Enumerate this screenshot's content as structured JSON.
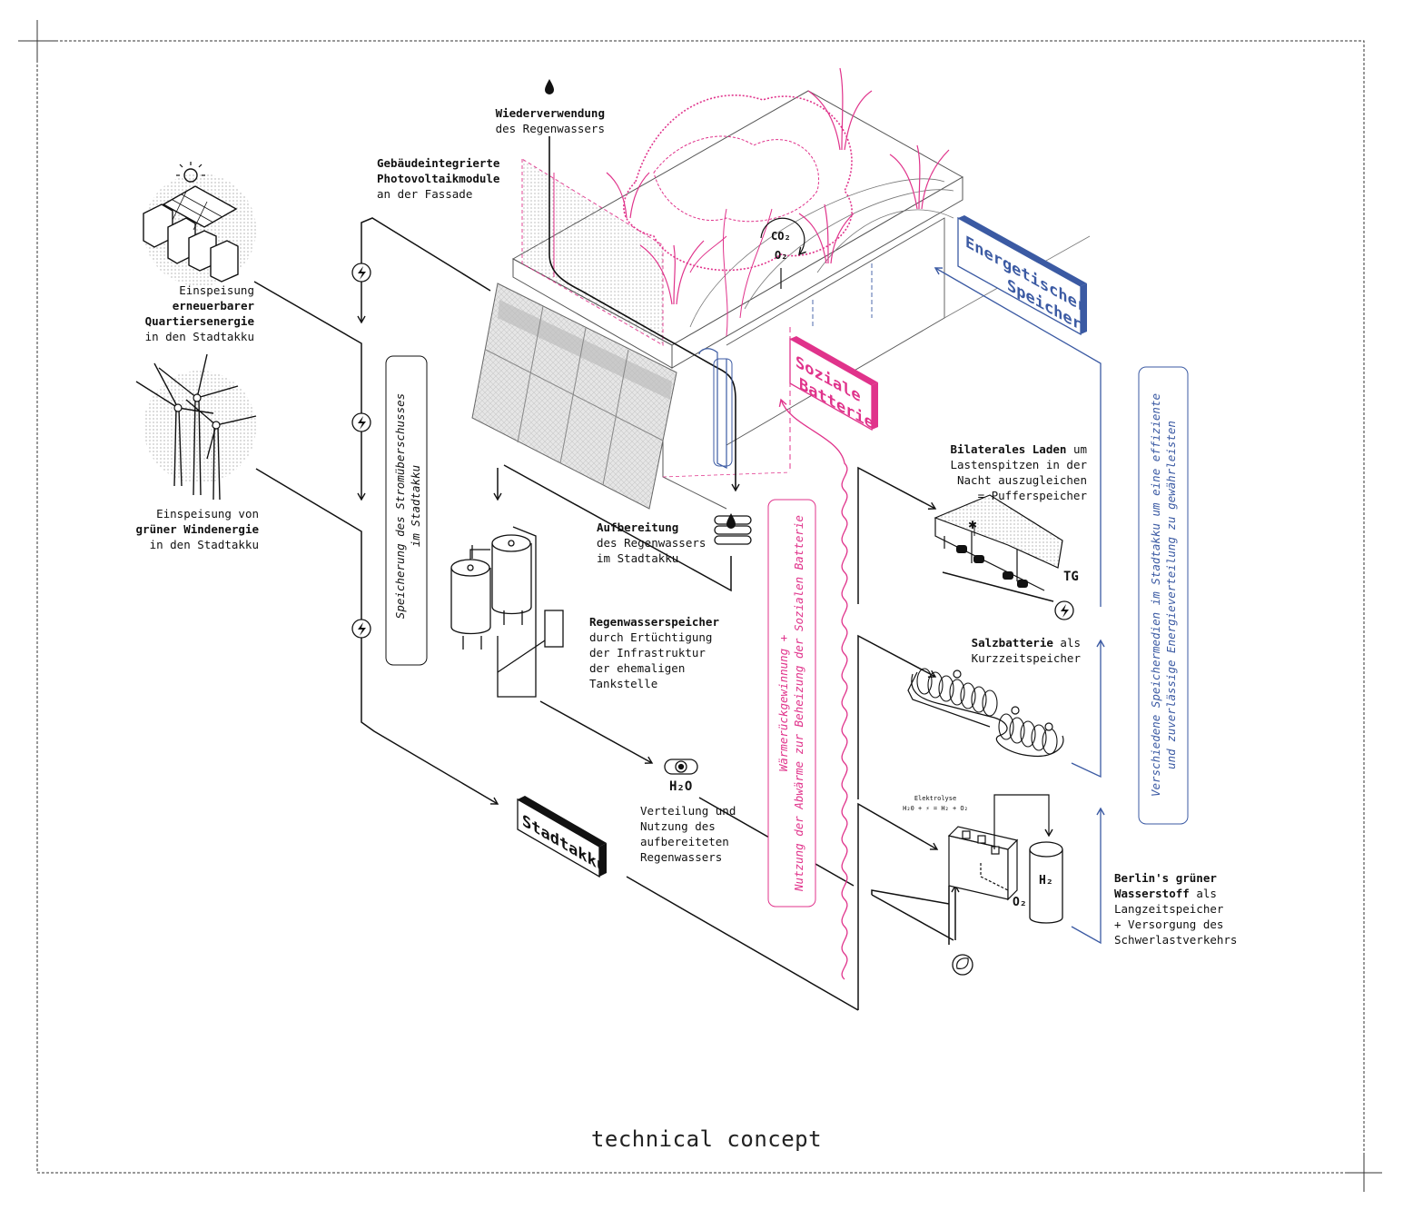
{
  "title": "technical concept",
  "colors": {
    "pink": "#e0338b",
    "blue": "#3b5aa3",
    "ink": "#111111",
    "frame": "#333333"
  },
  "labels": {
    "rain_reuse": {
      "bold": "Wiederverwendung",
      "rest": "des Regenwassers"
    },
    "pv": {
      "bold1": "Gebäudeintegrierte",
      "bold2": "Photovoltaikmodule",
      "rest": "an der Fassade"
    },
    "quarter_energy": {
      "line1": "Einspeisung",
      "bold1": "erneuerbarer",
      "bold2": "Quartiersenergie",
      "line4": "in den Stadtakku"
    },
    "wind_energy": {
      "line1": "Einspeisung von",
      "bold": "grüner Windenergie",
      "line3": "in den Stadtakku"
    },
    "surplus_storage": {
      "line1": "Speicherung des Stromüberschusses",
      "line2": "im Stadtakku"
    },
    "treatment": {
      "bold": "Aufbereitung",
      "line2": "des Regenwassers",
      "line3": "im Stadtakku"
    },
    "rain_storage": {
      "bold": "Regenwasserspeicher",
      "line2": "durch Ertüchtigung",
      "line3": "der Infrastruktur",
      "line4": "der ehemaligen",
      "line5": "Tankstelle"
    },
    "distribution": {
      "line1": "Verteilung und",
      "line2": "Nutzung des",
      "line3": "aufbereiteten",
      "line4": "Regenwassers"
    },
    "heat_recovery": {
      "line1": "Wärmerückgewinnung +",
      "line2": "Nutzung der Abwärme zur Beheizung  der Sozialen Batterie"
    },
    "bilateral": {
      "bold": "Bilaterales Laden",
      "rest1": "um",
      "line2": "Lastenspitzen in der",
      "line3": "Nacht auszugleichen",
      "line4": "= Pufferspeicher"
    },
    "salt": {
      "bold": "Salzbatterie",
      "rest": "als",
      "line2": "Kurzzeitspeicher"
    },
    "hydrogen": {
      "bold1": "Berlin's grüner",
      "bold2": "Wasserstoff",
      "rest2": "als",
      "line3": "Langzeitspeicher",
      "line4": "+ Versorgung des",
      "line5": "Schwerlastverkehrs"
    },
    "media": {
      "line1": "Verschiedene Speichermedien im Stadtakku um eine effiziente",
      "line2": "und zuverlässige Energieverteilung zu gewährleisten"
    },
    "electrolysis": {
      "title": "Elektrolyse",
      "formula": "H₂0 + ⚡ = H₂ + O₂"
    },
    "tg": "TG",
    "h2o": "H₂O",
    "h2": "H₂",
    "o2": "O₂",
    "co2": "CO₂",
    "o2_tree": "O₂"
  },
  "boxes": {
    "energetic": {
      "line1": "Energetischer",
      "line2": "Speicher"
    },
    "social": {
      "line1": "Soziale",
      "line2": "Batterie"
    },
    "stadtakku": "Stadtakku"
  },
  "icons": [
    "sun-icon",
    "solar-house-icon",
    "wind-turbine-icon",
    "lightning-icon",
    "water-drop-icon",
    "filter-icon",
    "water-tank-icon",
    "pipe-valve-icon",
    "car-icon",
    "salt-battery-icon",
    "electrolyser-icon",
    "hydrogen-tank-icon",
    "leaf-lightning-icon",
    "tree-icon",
    "grass-icon"
  ]
}
